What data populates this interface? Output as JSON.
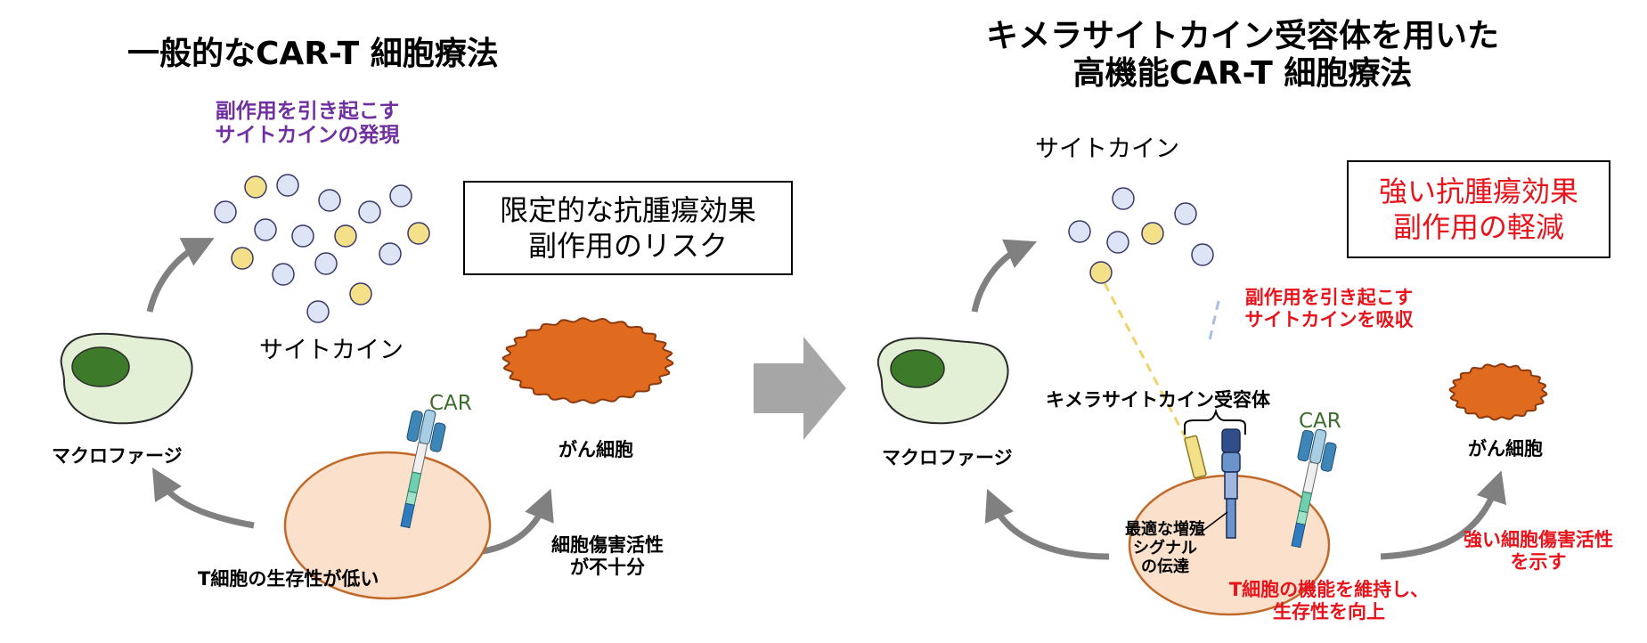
{
  "colors": {
    "purple": "#7030A0",
    "red": "#E8141C",
    "arrow_gray": "#808080",
    "macrophage_fill": "#E3F0D6",
    "macrophage_nucleus": "#3D7A2A",
    "cancer_orange": "#E06A1E",
    "tcell_fill": "#FBE0CC",
    "tcell_stroke": "#C0692A",
    "cytokine_blue": "#DCE4F5",
    "cytokine_yellow": "#F5E08A",
    "car_label": "#3E6B2E"
  },
  "left": {
    "title": "一般的なCAR-T 細胞療法",
    "cytokine_caption": [
      "副作用を引き起こす",
      "サイトカインの発現"
    ],
    "cytokine_label": "サイトカイン",
    "effect_box": [
      "限定的な抗腫瘍効果",
      "副作用のリスク"
    ],
    "car_label": "CAR",
    "macrophage_label": "マクロファージ",
    "cancer_label": "がん細胞",
    "tcell_label": "T細胞の生存性が低い",
    "cytotox_label": [
      "細胞傷害活性",
      "が不十分"
    ]
  },
  "right": {
    "title": [
      "キメラサイトカイン受容体を用いた",
      "高機能CAR-T 細胞療法"
    ],
    "cytokine_label": "サイトカイン",
    "effect_box": [
      "強い抗腫瘍効果",
      "副作用の軽減"
    ],
    "absorb_label": [
      "副作用を引き起こす",
      "サイトカインを吸収"
    ],
    "receptor_label": "キメラサイトカイン受容体",
    "car_label": "CAR",
    "macrophage_label": "マクロファージ",
    "cancer_label": "がん細胞",
    "signal_label": [
      "最適な増殖",
      "シグナル",
      "の伝達"
    ],
    "tcell_label": [
      "T細胞の機能を維持し、",
      "生存性を向上"
    ],
    "cytotox_label": [
      "強い細胞傷害活性",
      "を示す"
    ]
  }
}
